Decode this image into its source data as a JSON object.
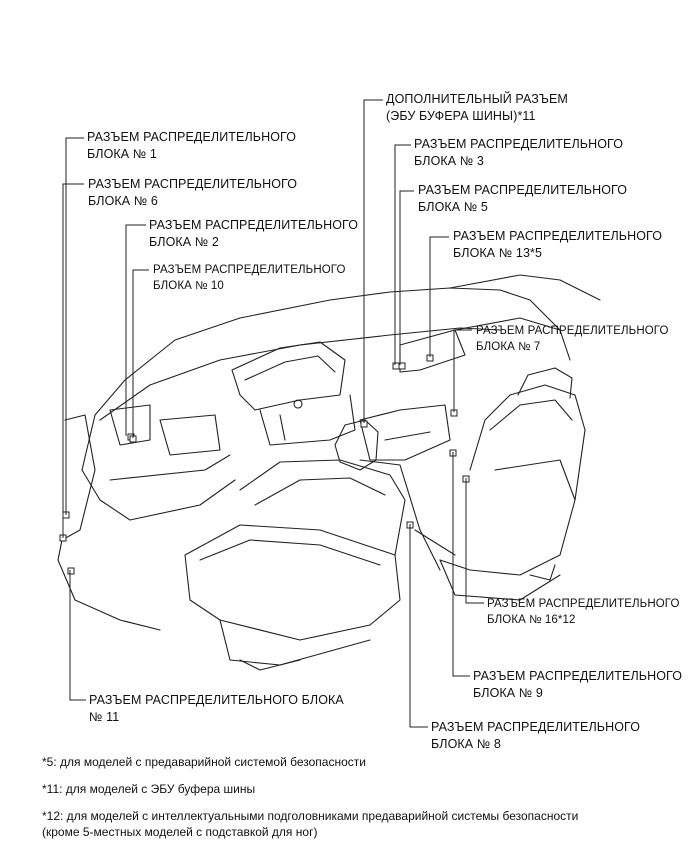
{
  "labels": {
    "aux_connector": [
      "ДОПОЛНИТЕЛЬНЫЙ РАЗЪЕМ",
      "(ЭБУ БУФЕРА ШИНЫ)*11"
    ],
    "jb1": [
      "РАЗЪЕМ РАСПРЕДЕЛИТЕЛЬНОГО",
      "БЛОКА № 1"
    ],
    "jb3": [
      "РАЗЪЕМ РАСПРЕДЕЛИТЕЛЬНОГО",
      "БЛОКА № 3"
    ],
    "jb6": [
      "РАЗЪЕМ РАСПРЕДЕЛИТЕЛЬНОГО",
      "БЛОКА № 6"
    ],
    "jb5": [
      "РАЗЪЕМ РАСПРЕДЕЛИТЕЛЬНОГО",
      "БЛОКА № 5"
    ],
    "jb2": [
      "РАЗЪЕМ РАСПРЕДЕЛИТЕЛЬНОГО",
      "БЛОКА № 2"
    ],
    "jb13": [
      "РАЗЪЕМ РАСПРЕДЕЛИТЕЛЬНОГО",
      "БЛОКА № 13*5"
    ],
    "jb10": [
      "РАЗЪЕМ РАСПРЕДЕЛИТЕЛЬНОГО",
      "БЛОКА № 10"
    ],
    "jb7": [
      "РАЗЪЕМ РАСПРЕДЕЛИТЕЛЬНОГО",
      "БЛОКА № 7"
    ],
    "jb16": [
      "РАЗЪЕМ РАСПРЕДЕЛИТЕЛЬНОГО",
      "БЛОКА № 16*12"
    ],
    "jb9": [
      "РАЗЪЕМ РАСПРЕДЕЛИТЕЛЬНОГО",
      "БЛОКА № 9"
    ],
    "jb11": [
      "РАЗЪЕМ РАСПРЕДЕЛИТЕЛЬНОГО БЛОКА",
      "№ 11"
    ],
    "jb8": [
      "РАЗЪЕМ РАСПРЕДЕЛИТЕЛЬНОГО",
      "БЛОКА № 8"
    ]
  },
  "footnotes": [
    "*5: для моделей с предаварийной системой безопасности",
    "*11: для моделей с ЭБУ буфера шины",
    "*12: для моделей с интеллектуальными подголовниками предаварийной системы безопасности",
    "(кроме 5-местных моделей с подставкой для ног)"
  ],
  "colors": {
    "line": "#222222",
    "background": "#ffffff"
  }
}
